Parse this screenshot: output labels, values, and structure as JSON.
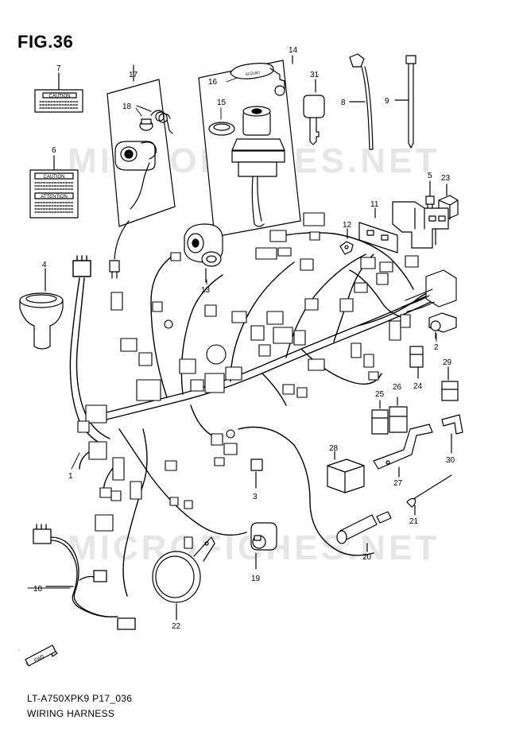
{
  "figure": {
    "title": "FIG.36",
    "model_code": "LT-A750XPK9 P17_036",
    "section_title": "WIRING HARNESS"
  },
  "watermark": "MICROFICHES.NET",
  "labels": {
    "caution_label_7": "CAUTION",
    "caution_label_6": "CAUTION",
    "attention_label_6": "ATTENTION",
    "key_brand": "SUZUKI",
    "fwd_arrow": "FWD"
  },
  "callouts": [
    "1",
    "2",
    "3",
    "4",
    "5",
    "6",
    "7",
    "8",
    "9",
    "10",
    "11",
    "12",
    "13",
    "14",
    "15",
    "16",
    "17",
    "18",
    "19",
    "20",
    "21",
    "22",
    "23",
    "24",
    "25",
    "26",
    "27",
    "28",
    "29",
    "30",
    "31"
  ],
  "colors": {
    "line": "#000000",
    "watermark": "#e6e6e6",
    "background": "#ffffff"
  }
}
